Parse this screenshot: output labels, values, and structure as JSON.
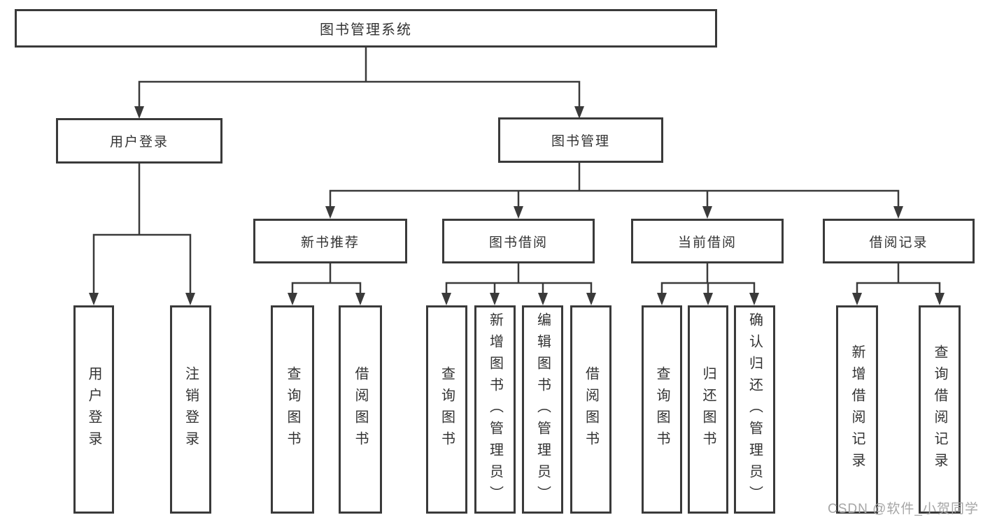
{
  "diagram": {
    "root_label": "图书管理系统",
    "level2": [
      {
        "label": "用户登录",
        "children": [
          "用户登录",
          "注销登录"
        ]
      },
      {
        "label": "图书管理"
      }
    ],
    "level3": [
      {
        "label": "新书推荐",
        "children": [
          "查询图书",
          "借阅图书"
        ]
      },
      {
        "label": "图书借阅",
        "children": [
          "查询图书",
          "新增图书（管理员）",
          "编辑图书（管理员）",
          "借阅图书"
        ]
      },
      {
        "label": "当前借阅",
        "children": [
          "查询图书",
          "归还图书",
          "确认归还（管理员）"
        ]
      },
      {
        "label": "借阅记录",
        "children": [
          "新增借阅记录",
          "查询借阅记录"
        ]
      }
    ],
    "watermark": "CSDN @软件_小贺同学",
    "colors": {
      "line": "#3a3a3a",
      "text": "#333333",
      "watermark": "#a6a6a6",
      "background": "#ffffff"
    }
  }
}
